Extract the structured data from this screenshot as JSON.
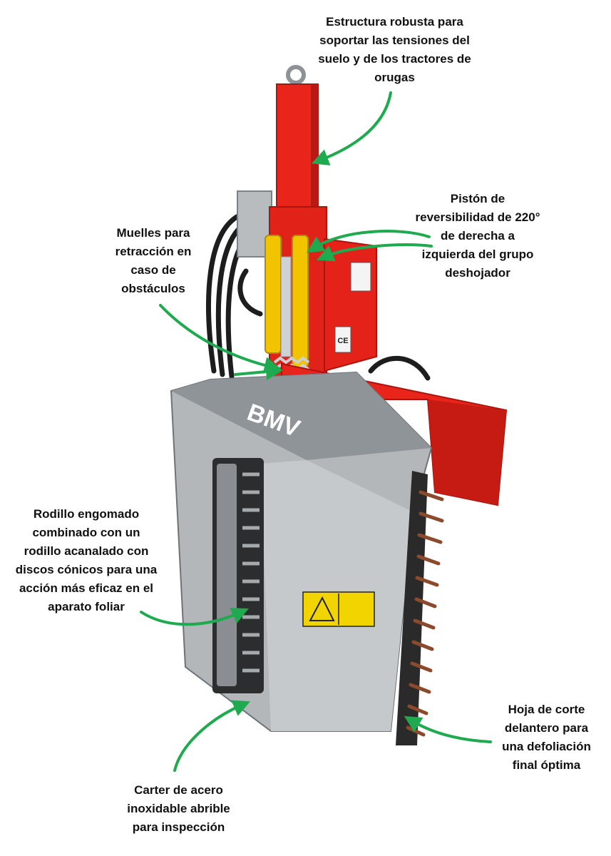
{
  "annotations": [
    {
      "id": "structure",
      "lines": [
        "Estructura robusta para",
        "soportar las tensiones del",
        "suelo y de los tractores de",
        "orugas"
      ]
    },
    {
      "id": "piston",
      "lines": [
        "Pistón de",
        "reversibilidad de 220°",
        "de derecha a",
        "izquierda del grupo",
        "deshojador"
      ]
    },
    {
      "id": "springs",
      "lines": [
        "Muelles para",
        "retracción en",
        "caso de",
        "obstáculos"
      ]
    },
    {
      "id": "rollers",
      "lines": [
        "Rodillo engomado",
        "combinado con un",
        "rodillo acanalado con",
        "discos cónicos para una",
        "acción más eficaz en el",
        "aparato foliar"
      ]
    },
    {
      "id": "blade",
      "lines": [
        "Hoja de corte",
        "delantero para",
        "una defoliación",
        "final óptima"
      ]
    },
    {
      "id": "casing",
      "lines": [
        "Carter de acero",
        "inoxidable abrible",
        "para inspección"
      ]
    }
  ],
  "machine": {
    "brand": "BMV",
    "markings": {
      "ce": "CE"
    }
  },
  "colors": {
    "arrow": "#1faa4f",
    "frame_red": "#e8241b",
    "piston_yellow": "#f2c400",
    "steel": "#a9adb0",
    "text": "#111111"
  }
}
